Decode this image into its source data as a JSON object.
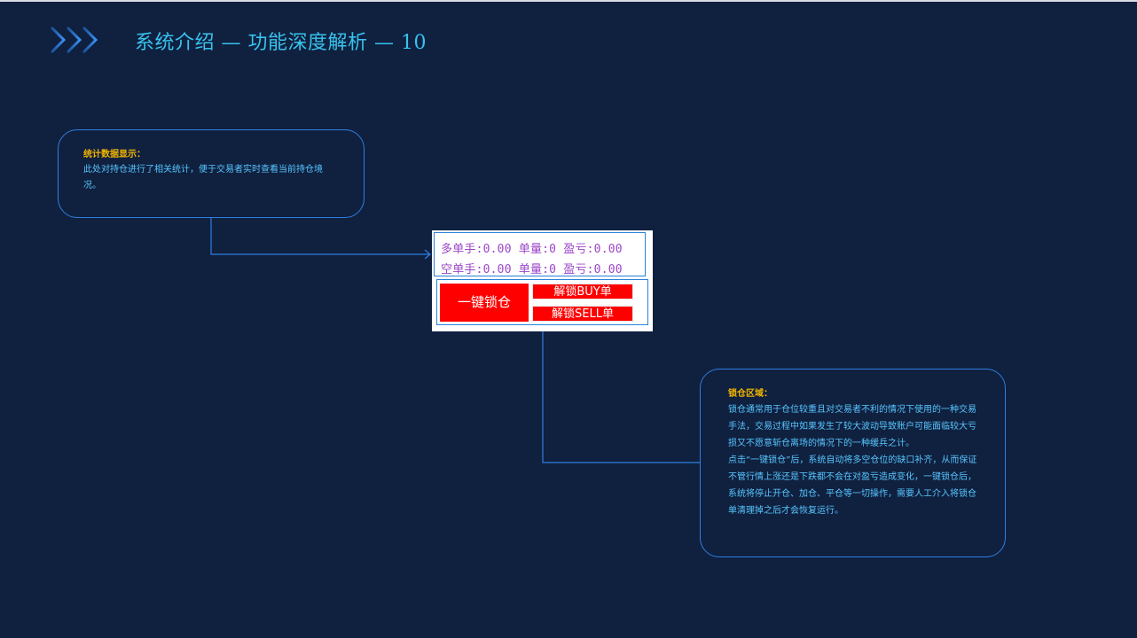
{
  "slide": {
    "title": "系统介绍 — 功能深度解析 — 10"
  },
  "colors": {
    "background": "#10203f",
    "title": "#37c3ee",
    "heading": "#f0b400",
    "body_text": "#56c6ff",
    "border": "#2d7fe0",
    "button": "#ff0000",
    "stats_text": "#9b45c7"
  },
  "callout_stats": {
    "heading": "统计数据显示：",
    "body": "此处对持仓进行了相关统计，便于交易者实时查看当前持仓境况。"
  },
  "callout_lock": {
    "heading": "锁仓区域：",
    "paragraph1": "锁仓通常用于仓位较重且对交易者不利的情况下使用的一种交易手法，交易过程中如果发生了较大波动导致账户可能面临较大亏损又不愿意斩仓离场的情况下的一种缓兵之计。",
    "paragraph2": "点击“一键锁仓”后，系统自动将多空仓位的缺口补齐，从而保证不管行情上涨还是下跌都不会在对盈亏造成变化，一键锁仓后，系统将停止开仓、加仓、平仓等一切操作，需要人工介入将锁仓单清理掉之后才会恢复运行。"
  },
  "panel": {
    "long_row": "多单手:0.00 单量:0 盈亏:0.00",
    "short_row": "空单手:0.00 单量:0 盈亏:0.00",
    "lock_button": "一键锁仓",
    "unlock_buy_button": "解锁BUY单",
    "unlock_sell_button": "解锁SELL单"
  }
}
